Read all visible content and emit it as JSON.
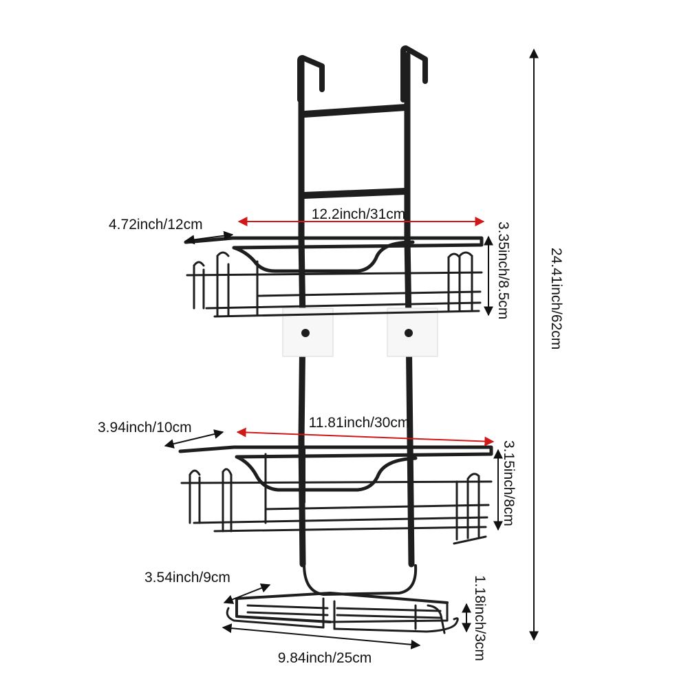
{
  "colors": {
    "rack": "#1e1e1e",
    "width_arrow": "#d01818",
    "dimension_arrow": "#111111",
    "background": "#ffffff"
  },
  "dimensions": {
    "top_shelf_width": "12.2inch/31cm",
    "top_shelf_depth": "4.72inch/12cm",
    "top_shelf_height": "3.35inch/8.5cm",
    "middle_shelf_width": "11.81inch/30cm",
    "middle_shelf_depth": "3.94inch/10cm",
    "middle_shelf_height": "3.15inch/8cm",
    "soap_tray_depth": "3.54inch/9cm",
    "soap_tray_width": "9.84inch/25cm",
    "soap_tray_height": "1.18inch/3cm",
    "total_height": "24.41inch/62cm"
  }
}
